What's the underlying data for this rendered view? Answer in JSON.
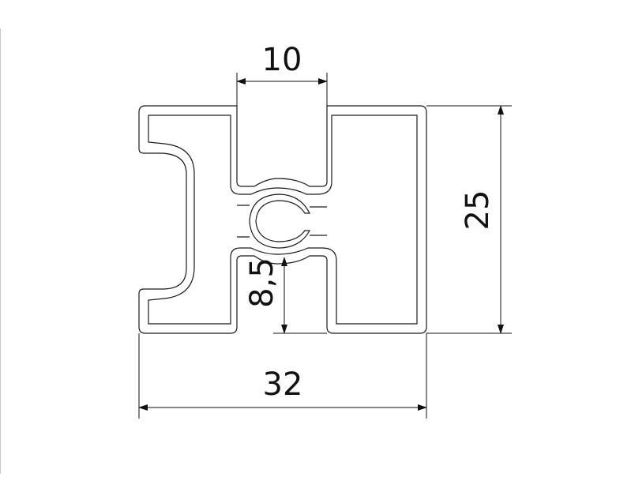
{
  "drawing": {
    "dimensions": {
      "width_top": "10",
      "height_right": "25",
      "height_inner": "8,5",
      "width_bottom": "32"
    },
    "line_color": "#1a1a1a",
    "background": "#ffffff"
  }
}
